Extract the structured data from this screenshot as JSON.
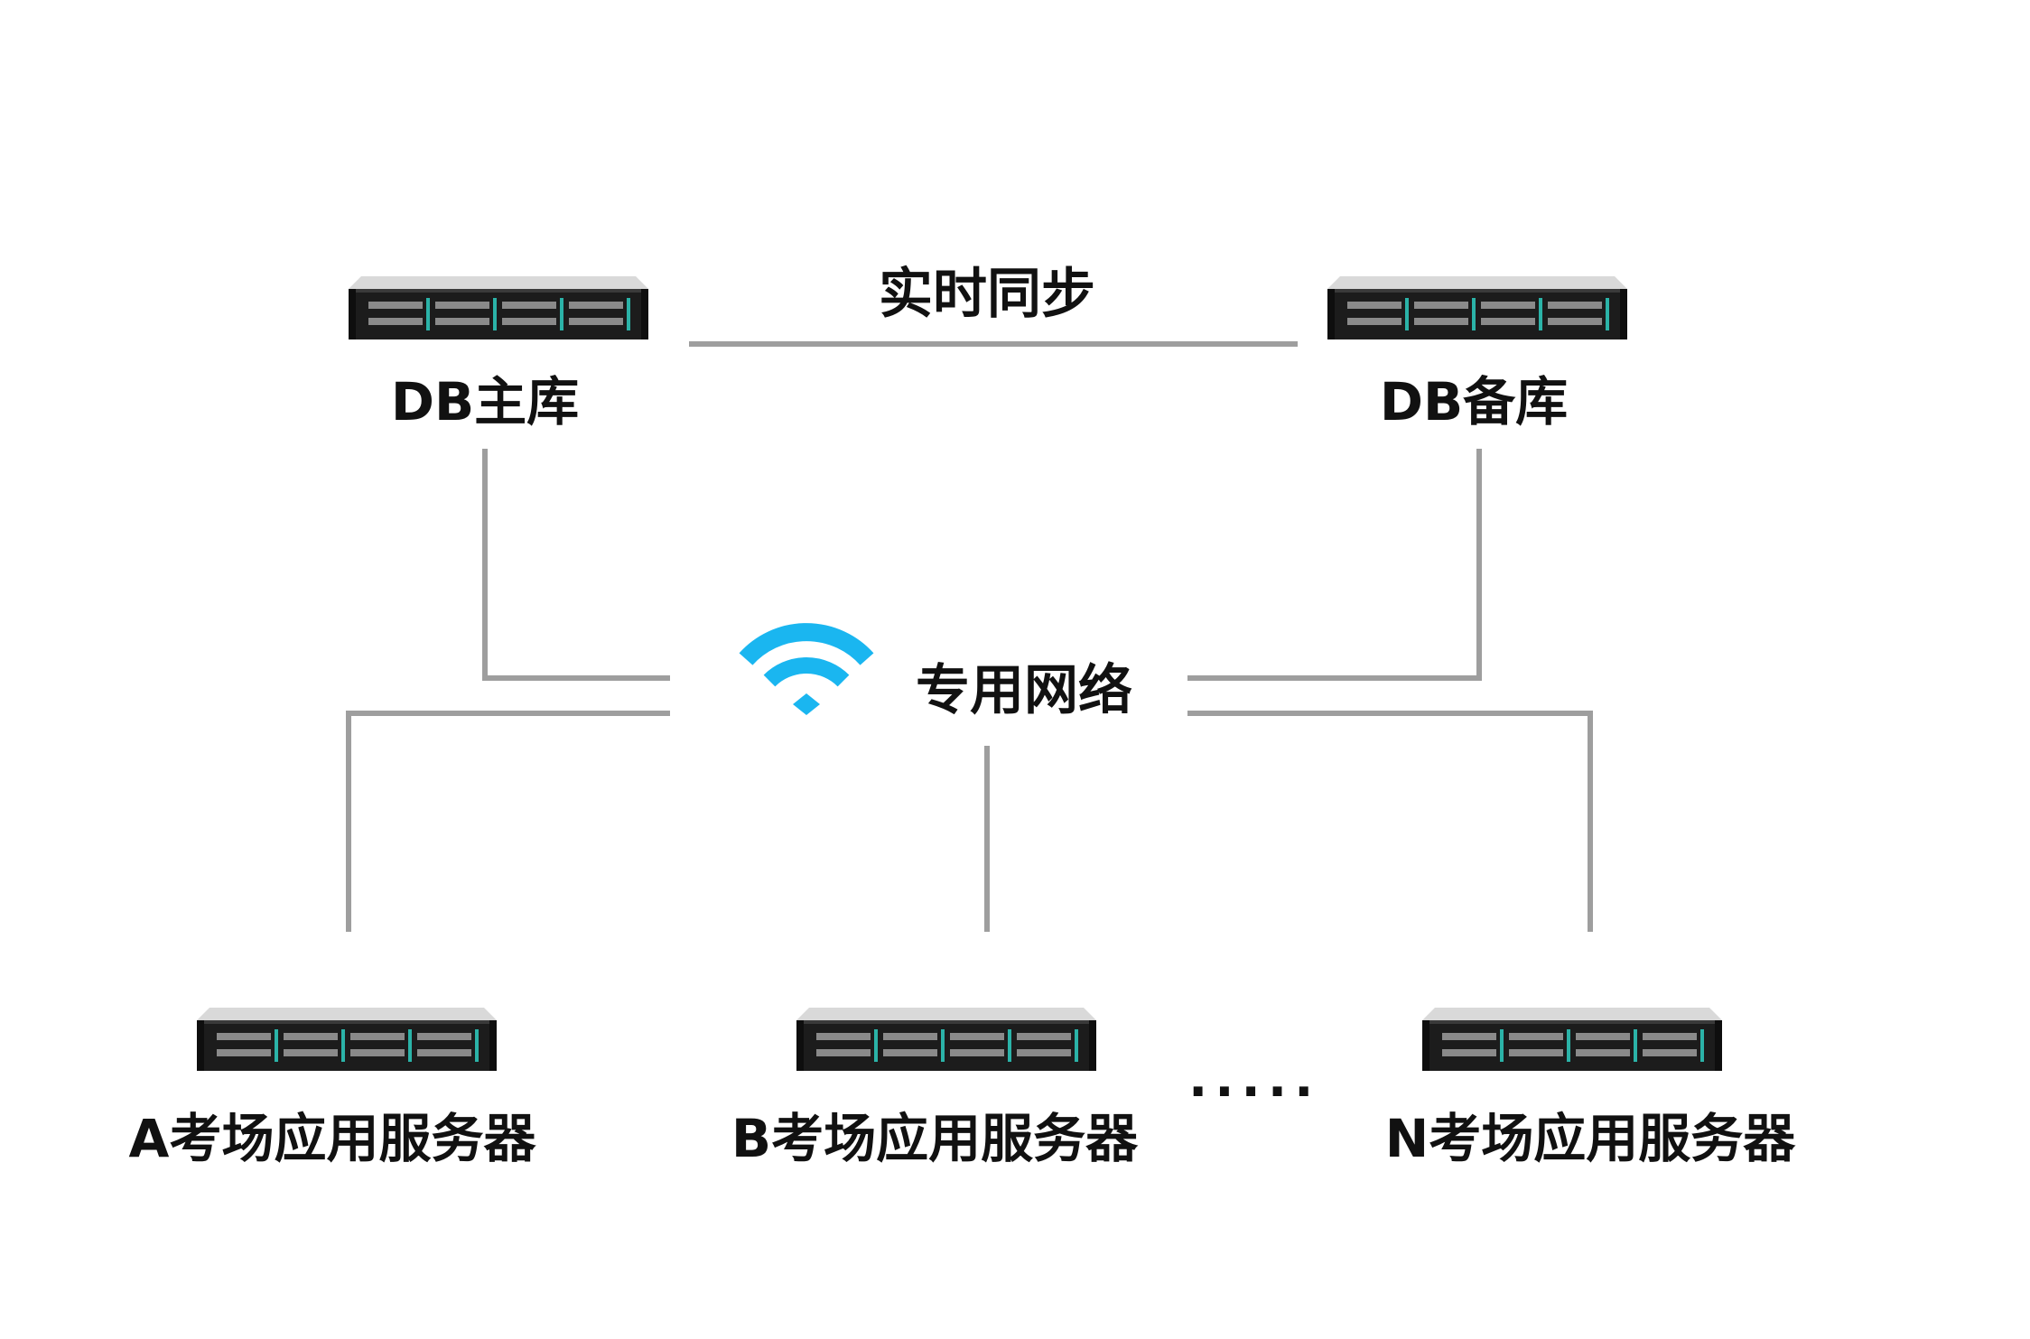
{
  "colors": {
    "line": "#9e9e9e",
    "wifi": "#1ab6f0",
    "server_body": "#1c1c1c",
    "server_top": "#d9d9d9",
    "accent": "#2bb3a8"
  },
  "sync_label": "实时同步",
  "network_label": "专用网络",
  "db_primary": {
    "label": "DB主库",
    "icon": "server-icon"
  },
  "db_backup": {
    "label": "DB备库",
    "icon": "server-icon"
  },
  "app_servers": [
    {
      "label": "A考场应用服务器",
      "icon": "server-icon"
    },
    {
      "label": "B考场应用服务器",
      "icon": "server-icon"
    },
    {
      "label": "N考场应用服务器",
      "icon": "server-icon"
    }
  ],
  "ellipsis": "....."
}
